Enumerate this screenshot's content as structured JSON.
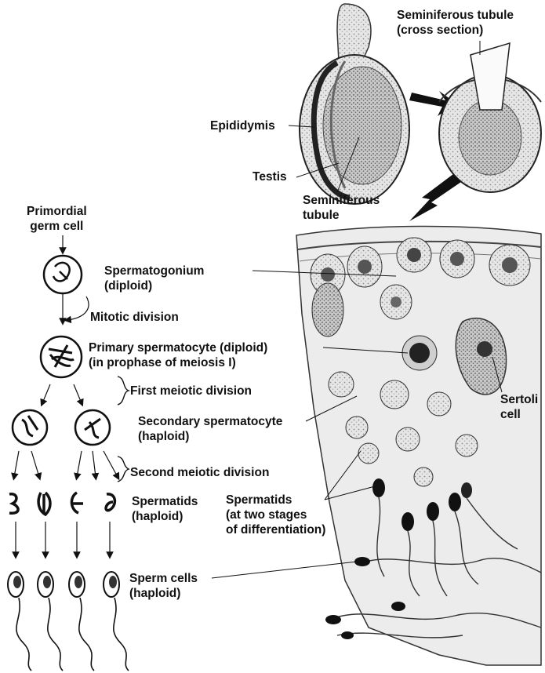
{
  "labels": {
    "seminiferous_tubule_cross": {
      "line1": "Seminiferous tubule",
      "line2": "(cross section)"
    },
    "epididymis": "Epididymis",
    "testis": "Testis",
    "seminiferous_tubule": {
      "line1": "Seminiferous",
      "line2": "tubule"
    },
    "primordial_germ_cell": {
      "line1": "Primordial",
      "line2": "germ cell"
    },
    "spermatogonium": {
      "line1": "Spermatogonium",
      "line2": "(diploid)"
    },
    "mitotic_division": "Mitotic division",
    "primary_spermatocyte": {
      "line1": "Primary spermatocyte (diploid)",
      "line2": "(in prophase of meiosis I)"
    },
    "first_meiotic_division": "First meiotic division",
    "secondary_spermatocyte": {
      "line1": "Secondary spermatocyte",
      "line2": "(haploid)"
    },
    "sertoli_cell": {
      "line1": "Sertoli",
      "line2": "cell"
    },
    "second_meiotic_division": "Second meiotic division",
    "spermatids_left": {
      "line1": "Spermatids",
      "line2": "(haploid)"
    },
    "spermatids_right": {
      "line1": "Spermatids",
      "line2": "(at two stages",
      "line3": "of differentiation)"
    },
    "sperm_cells": {
      "line1": "Sperm cells",
      "line2": "(haploid)"
    }
  },
  "colors": {
    "ink": "#111111",
    "tissue": "#d9d9d9",
    "tissue_dark": "#9a9a9a",
    "nucleus": "#3a3a3a"
  }
}
